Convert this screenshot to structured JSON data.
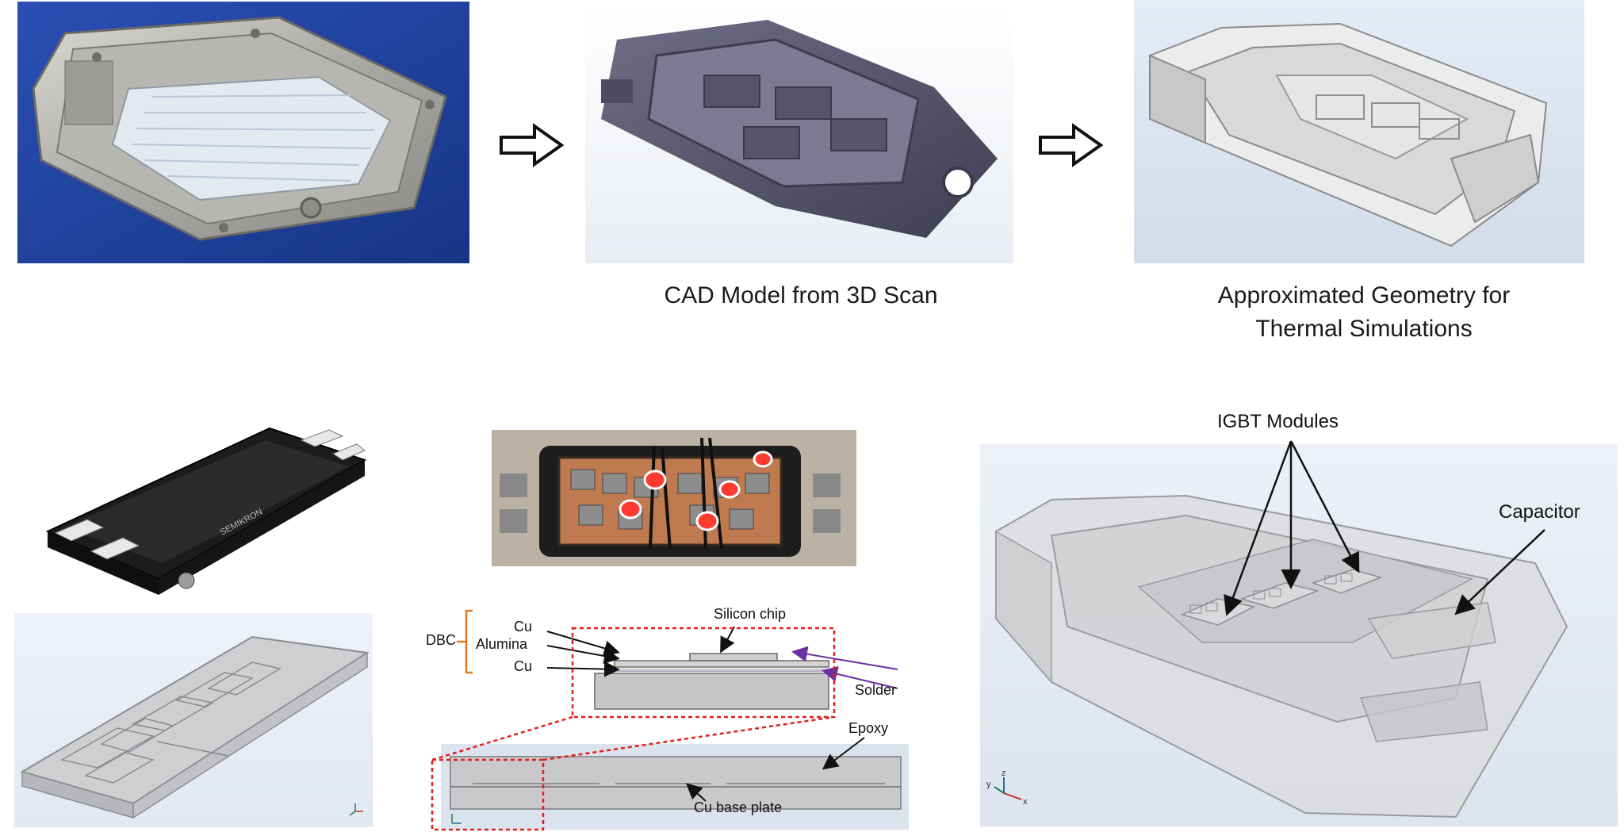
{
  "captions": {
    "cad_model": "CAD Model from 3D Scan",
    "approx_geometry_line1": "Approximated Geometry for",
    "approx_geometry_line2": "Thermal Simulations"
  },
  "cross_section": {
    "dbc": "DBC",
    "cu_top": "Cu",
    "alumina": "Alumina",
    "cu_bottom": "Cu",
    "silicon_chip": "Silicon chip",
    "solder": "Solder",
    "epoxy": "Epoxy",
    "cu_base_plate": "Cu base plate"
  },
  "assembly": {
    "igbt_modules": "IGBT Modules",
    "capacitor": "Capacitor"
  },
  "module_logo": "SEMIKRON",
  "axes": {
    "x": "x",
    "y": "y",
    "z": "z"
  },
  "icons": [
    "flow-arrow-icon",
    "flow-arrow-icon",
    "axis-triad-icon"
  ],
  "colors": {
    "photo_background": "#1f3f9c",
    "cad_shade": "#55546b",
    "geometry_fill": "#dcdcdc",
    "dbc_brace": "#e07b20",
    "solder_line": "#6a2fa0",
    "zoom_box": "#e0201b"
  }
}
